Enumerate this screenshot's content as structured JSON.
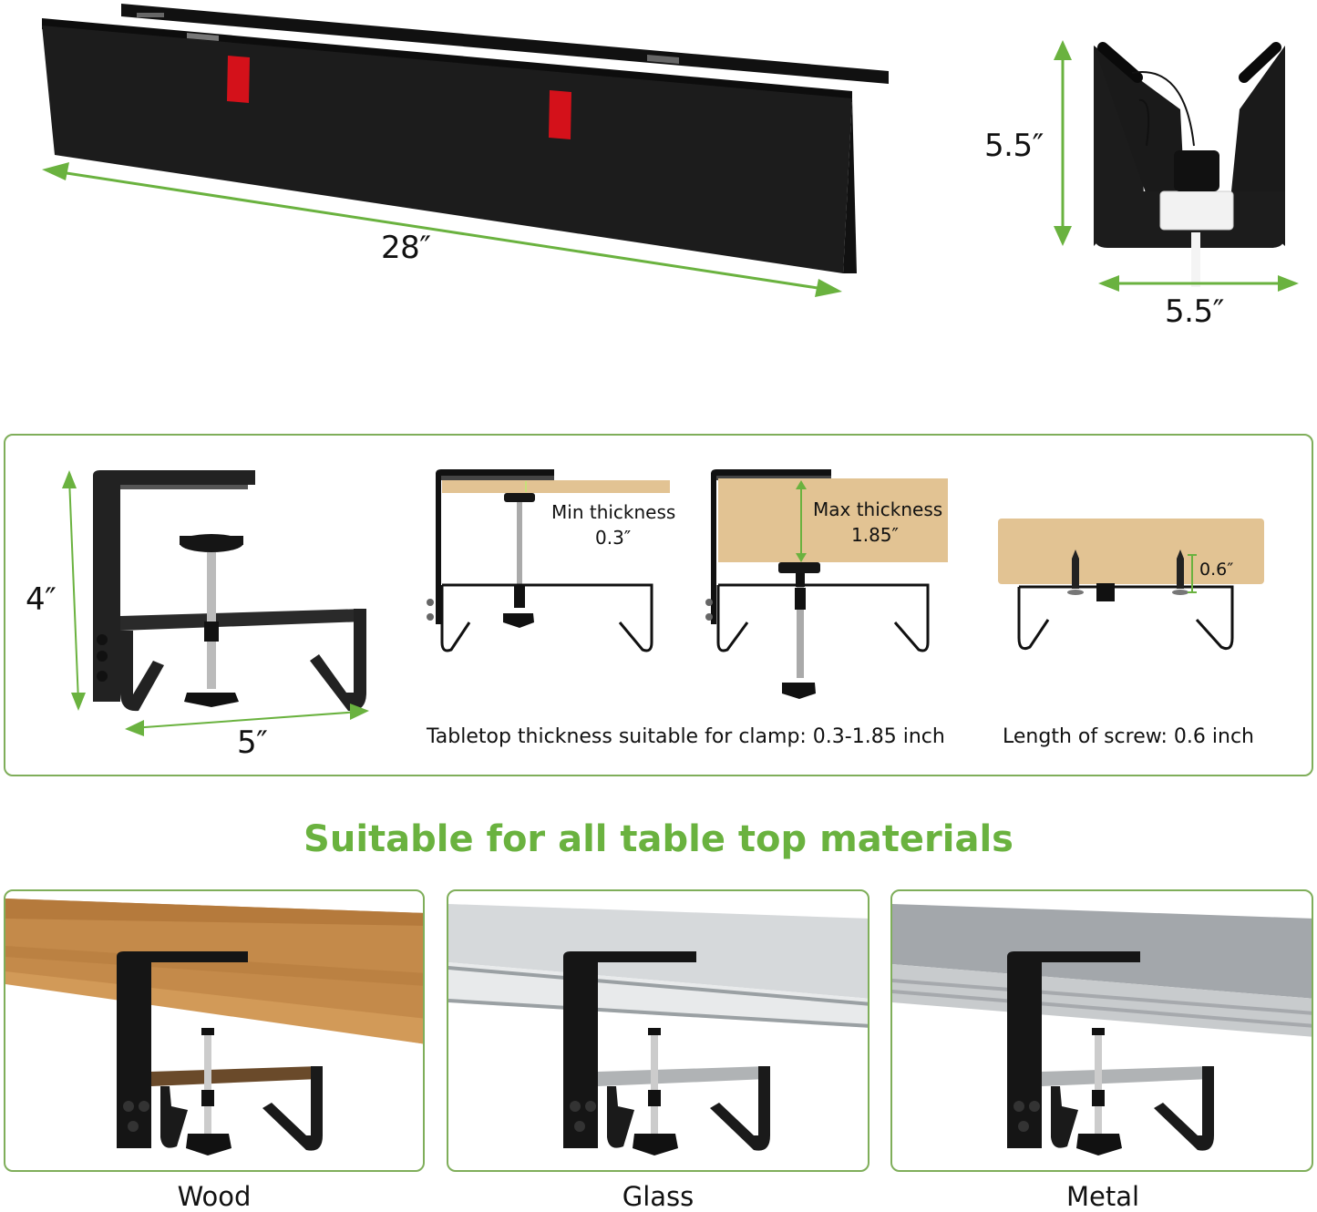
{
  "colors": {
    "accent_green": "#6ab23f",
    "panel_border": "#7fae5a",
    "tray_black": "#1a1a1a",
    "strap_red": "#d4111a",
    "wood": "#e2c393",
    "wood_dark": "#b9823f",
    "glass": "#cfd3d5",
    "metal": "#a3a7ab"
  },
  "tray": {
    "length_label": "28″",
    "side_height_label": "5.5″",
    "side_width_label": "5.5″"
  },
  "clamp_specs": {
    "clamp_height_label": "4″",
    "clamp_width_label": "5″",
    "min": {
      "title": "Min thickness",
      "value": "0.3″"
    },
    "max": {
      "title": "Max thickness",
      "value": "1.85″"
    },
    "screw": {
      "value": "0.6″"
    },
    "thickness_caption": "Tabletop thickness suitable for clamp: 0.3-1.85 inch",
    "screw_caption": "Length of screw: 0.6 inch"
  },
  "materials": {
    "headline": "Suitable for all table top materials",
    "items": [
      {
        "label": "Wood"
      },
      {
        "label": "Glass"
      },
      {
        "label": "Metal"
      }
    ]
  }
}
